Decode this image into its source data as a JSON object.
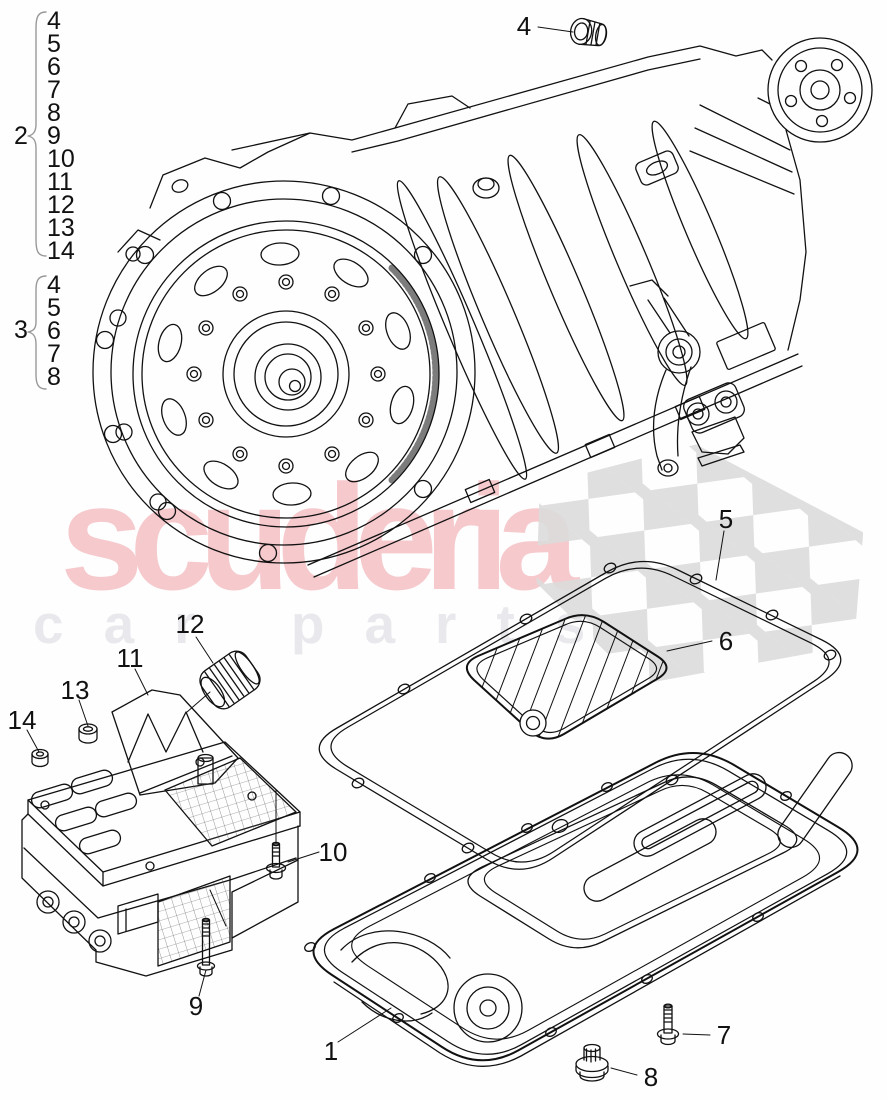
{
  "page": {
    "background_color": "#fefefe",
    "line_color": "#111111",
    "description": "Exploded parts diagram: automatic gearbox with valve body, oil pan, oil pan gasket, oil filter and fasteners"
  },
  "watermark": {
    "brand": "scuderia",
    "subtitle": "car parts",
    "brand_color": "#f6c9cd",
    "subtitle_color": "#e9e9ed",
    "flag_color": "#dcdcdc",
    "flag_motif": "checkered-flag-pattern"
  },
  "legend": {
    "groups": [
      {
        "label": "2",
        "items": [
          "4",
          "5",
          "6",
          "7",
          "8",
          "9",
          "10",
          "11",
          "12",
          "13",
          "14"
        ]
      },
      {
        "label": "3",
        "items": [
          "4",
          "5",
          "6",
          "7",
          "8"
        ]
      }
    ]
  },
  "callouts": [
    {
      "label": "4"
    },
    {
      "label": "5"
    },
    {
      "label": "6"
    },
    {
      "label": "12"
    },
    {
      "label": "11"
    },
    {
      "label": "13"
    },
    {
      "label": "14"
    },
    {
      "label": "10"
    },
    {
      "label": "9"
    },
    {
      "label": "1"
    },
    {
      "label": "7"
    },
    {
      "label": "8"
    }
  ]
}
